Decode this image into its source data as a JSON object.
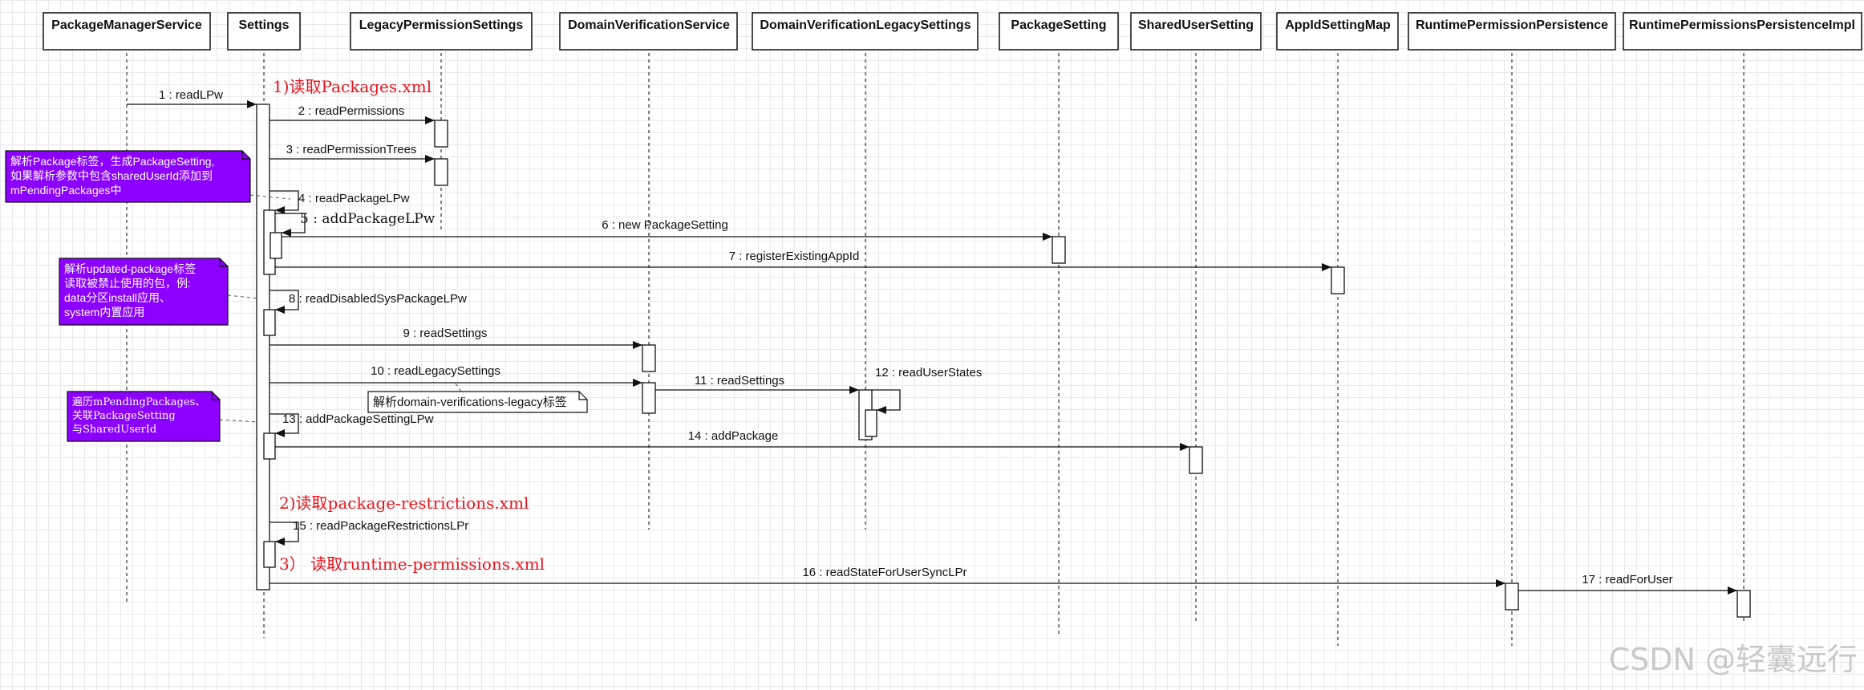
{
  "participants": [
    "PackageManagerService",
    "Settings",
    "LegacyPermissionSettings",
    "DomainVerificationService",
    "DomainVerificationLegacySettings",
    "PackageSetting",
    "SharedUserSetting",
    "AppIdSettingMap",
    "RuntimePermissionPersistence",
    "RuntimePermissionsPersistenceImpl"
  ],
  "messages": [
    {
      "label": "1 : readLPw"
    },
    {
      "label": "2 : readPermissions"
    },
    {
      "label": "3 : readPermissionTrees"
    },
    {
      "label": "4 : readPackageLPw"
    },
    {
      "label": "5 : addPackageLPw"
    },
    {
      "label": "6 : new PackageSetting"
    },
    {
      "label": "7 : registerExistingAppId"
    },
    {
      "label": "8 : readDisabledSysPackageLPw"
    },
    {
      "label": "9 : readSettings"
    },
    {
      "label": "10 : readLegacySettings"
    },
    {
      "label": "11 : readSettings"
    },
    {
      "label": "12 : readUserStates"
    },
    {
      "label": "13 : addPackageSettingLPw"
    },
    {
      "label": "14 : addPackage"
    },
    {
      "label": "15 : readPackageRestrictionsLPr"
    },
    {
      "label": "16 : readStateForUserSyncLPr"
    },
    {
      "label": "17 : readForUser"
    }
  ],
  "sections": [
    "1)读取Packages.xml",
    "2)读取package-restrictions.xml",
    "3） 读取runtime-permissions.xml"
  ],
  "notes": {
    "package_tag": [
      "解析Package标签，生成PackageSetting,",
      "如果解析参数中包含sharedUserId添加到",
      "mPendingPackages中"
    ],
    "updated_package": [
      "解析updated-package标签",
      "读取被禁止使用的包，例:",
      "data分区install应用、",
      "system内置应用"
    ],
    "pending_packages": [
      "遍历mPendingPackages、",
      "关联PackageSetting",
      "与SharedUserId"
    ],
    "domain_legacy": "解析domain-verifications-legacy标签"
  },
  "watermark": "CSDN @轻囊远行",
  "colors": {
    "note_fill": "#8b00ff",
    "section_text": "#e8131c",
    "line": "#111111"
  }
}
